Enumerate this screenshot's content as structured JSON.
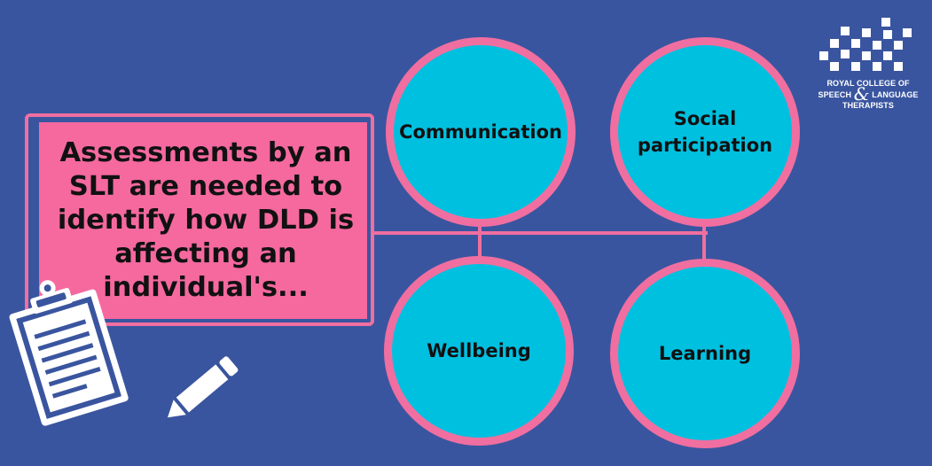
{
  "colors": {
    "background": "#3a559f",
    "accent_pink": "#f06fa0",
    "box_pink": "#f5699f",
    "circle_cyan": "#00c0e0",
    "text_dark": "#111111",
    "icon_white": "#ffffff"
  },
  "main_box": {
    "text": "Assessments by an SLT are needed to identify how DLD is affecting an individual's..."
  },
  "nodes": [
    {
      "label": "Communication"
    },
    {
      "label": "Social participation"
    },
    {
      "label": "Wellbeing"
    },
    {
      "label": "Learning"
    }
  ],
  "logo": {
    "line1": "ROYAL COLLEGE OF",
    "line2_left": "SPEECH",
    "line2_amp": "&",
    "line2_right": "LANGUAGE",
    "line3": "THERAPISTS"
  },
  "icons": [
    "clipboard-icon",
    "pencil-icon",
    "logo-grid-icon"
  ]
}
